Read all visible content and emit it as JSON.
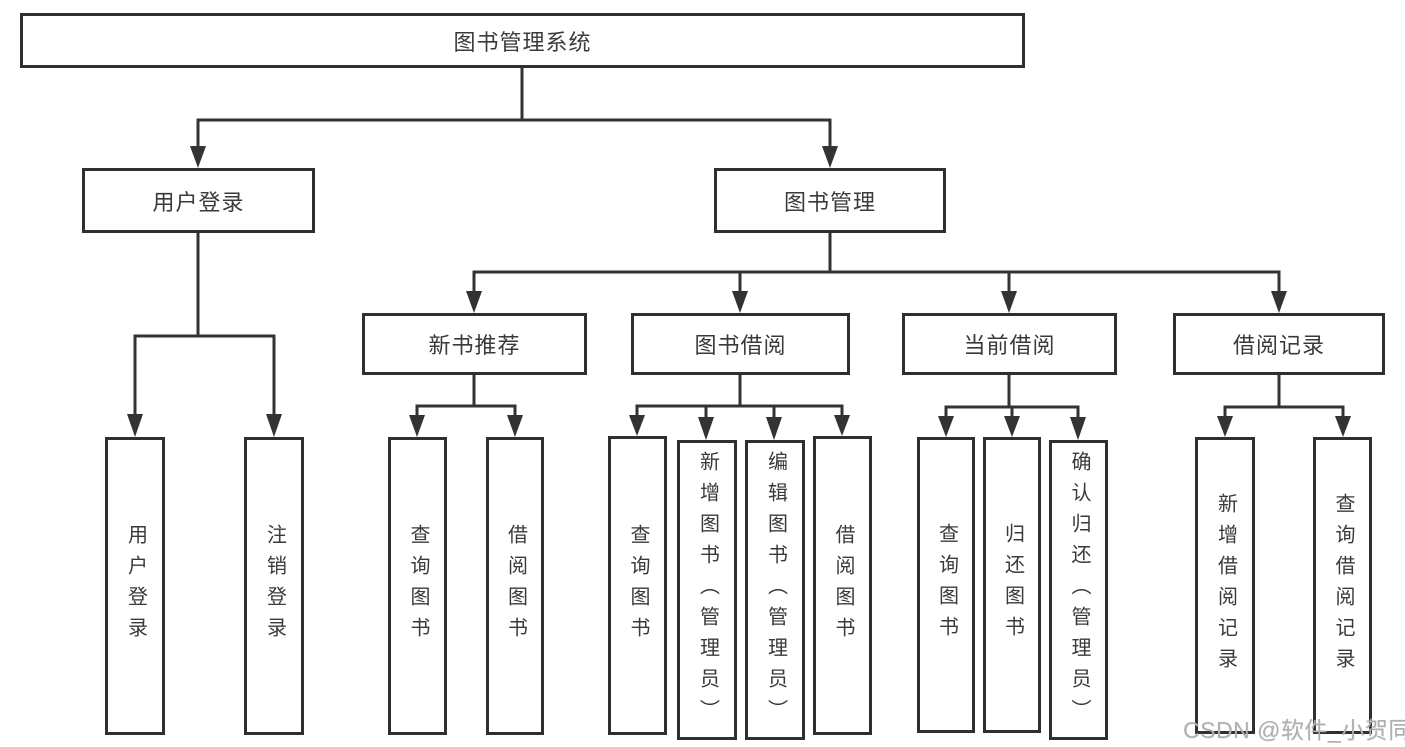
{
  "diagram": {
    "root": {
      "label": "图书管理系统"
    },
    "branches": [
      {
        "label": "用户登录",
        "children": [
          {
            "label": "用户登录"
          },
          {
            "label": "注销登录"
          }
        ]
      },
      {
        "label": "图书管理",
        "children": [
          {
            "label": "新书推荐",
            "children": [
              {
                "label": "查询图书"
              },
              {
                "label": "借阅图书"
              }
            ]
          },
          {
            "label": "图书借阅",
            "children": [
              {
                "label": "查询图书"
              },
              {
                "label": "新增图书（管理员）"
              },
              {
                "label": "编辑图书（管理员）"
              },
              {
                "label": "借阅图书"
              }
            ]
          },
          {
            "label": "当前借阅",
            "children": [
              {
                "label": "查询图书"
              },
              {
                "label": "归还图书"
              },
              {
                "label": "确认归还（管理员）"
              }
            ]
          },
          {
            "label": "借阅记录",
            "children": [
              {
                "label": "新增借阅记录"
              },
              {
                "label": "查询借阅记录"
              }
            ]
          }
        ]
      }
    ],
    "watermark": {
      "label": "CSDN @软件_小贺同学"
    },
    "colors": {
      "line": "#333333",
      "box_border": "#2f2f2f",
      "text": "#3a3a3a",
      "background": "#ffffff",
      "watermark": "#b0b0b0"
    }
  }
}
